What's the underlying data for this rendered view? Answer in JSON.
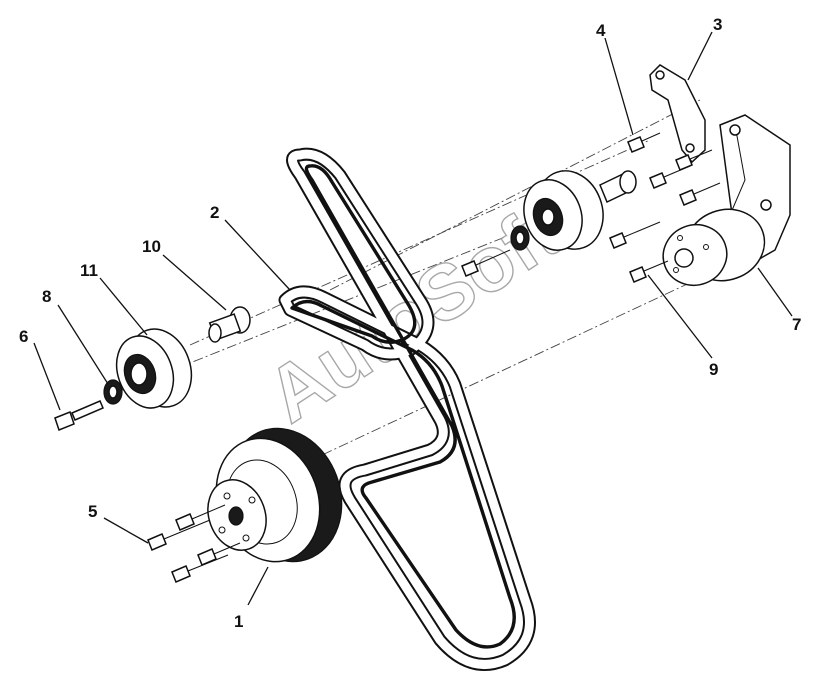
{
  "diagram": {
    "callouts": [
      {
        "id": "1",
        "label": "1"
      },
      {
        "id": "2",
        "label": "2"
      },
      {
        "id": "3",
        "label": "3"
      },
      {
        "id": "4",
        "label": "4"
      },
      {
        "id": "5",
        "label": "5"
      },
      {
        "id": "6",
        "label": "6"
      },
      {
        "id": "7",
        "label": "7"
      },
      {
        "id": "8",
        "label": "8"
      },
      {
        "id": "9",
        "label": "9"
      },
      {
        "id": "10",
        "label": "10"
      },
      {
        "id": "11",
        "label": "11"
      }
    ],
    "watermark": "AutoSoft",
    "line_color": "#111111",
    "background": "#ffffff"
  }
}
